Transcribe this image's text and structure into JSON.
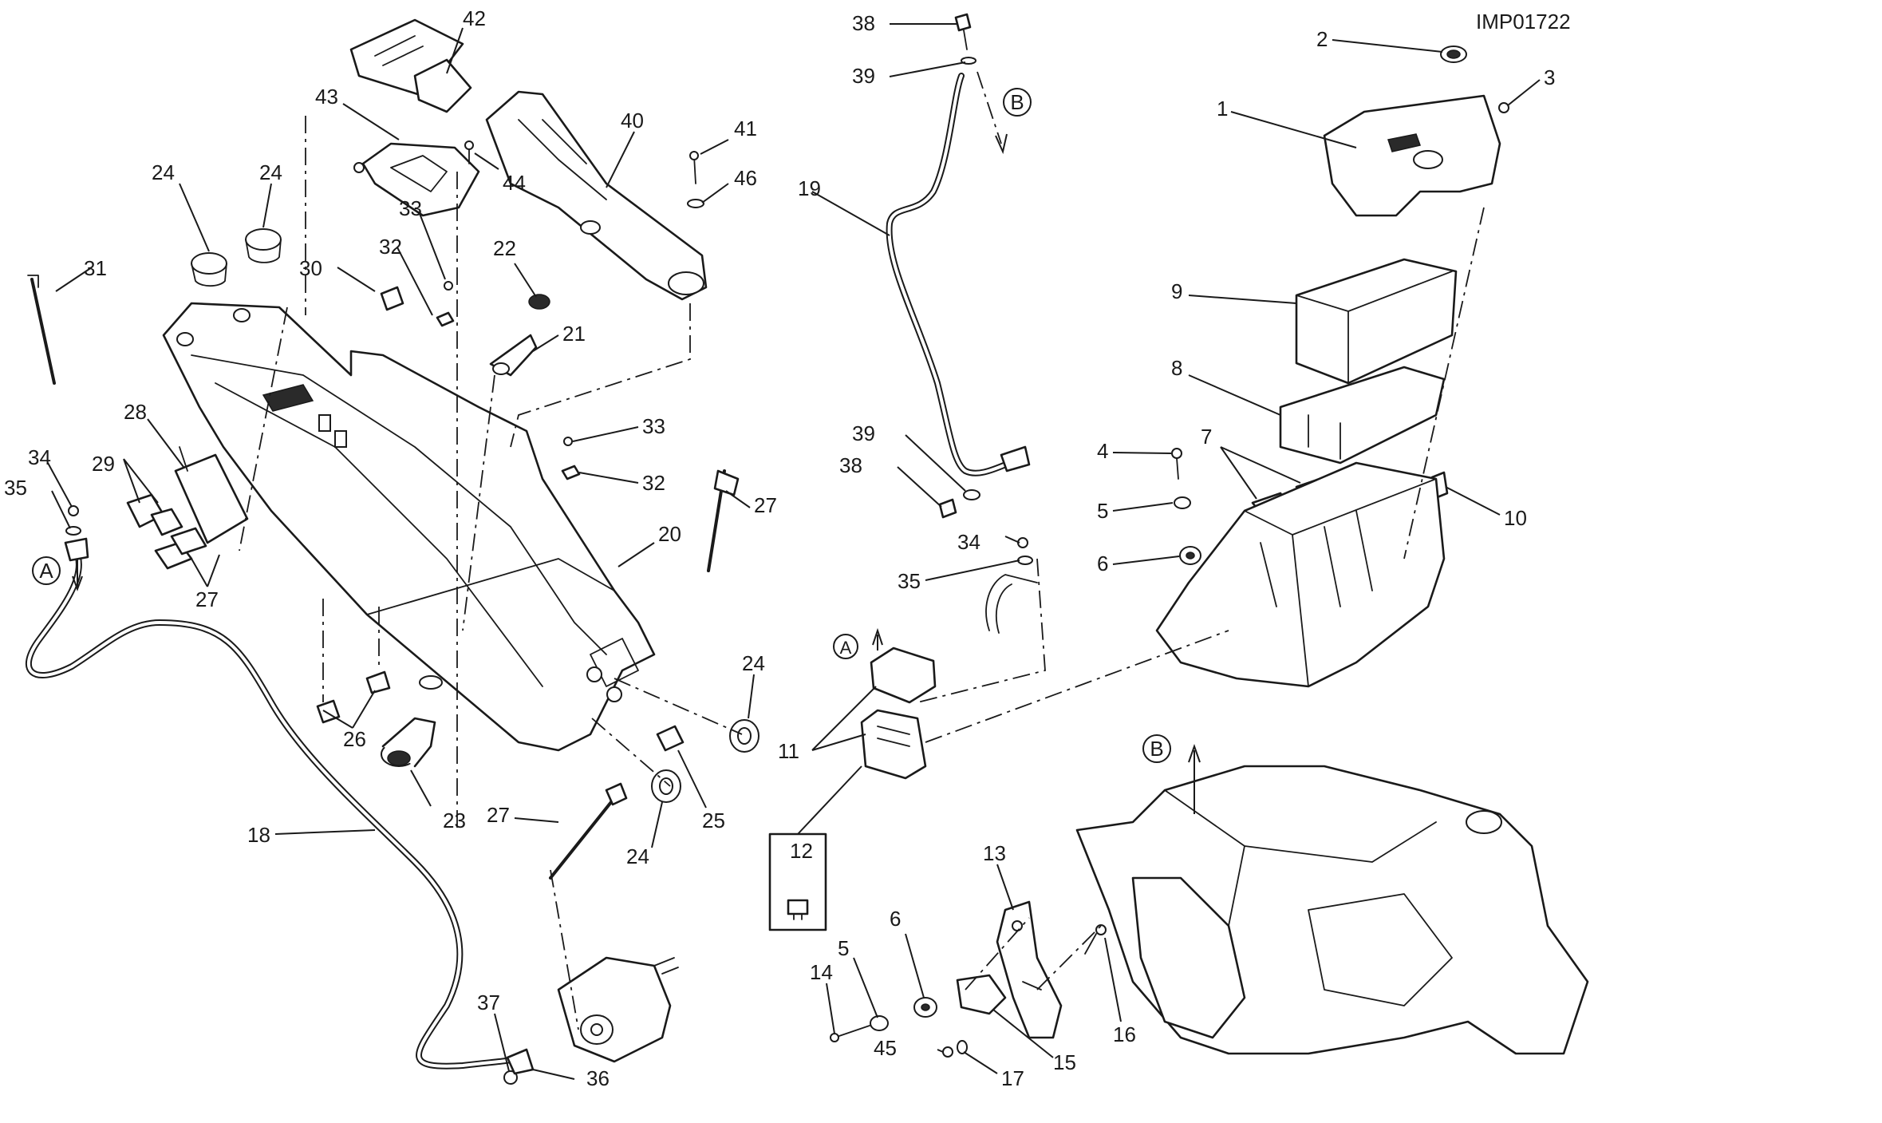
{
  "drawing_code": "IMP01722",
  "callouts": [
    {
      "id": "c1",
      "text": "1"
    },
    {
      "id": "c2",
      "text": "2"
    },
    {
      "id": "c3",
      "text": "3"
    },
    {
      "id": "c4",
      "text": "4"
    },
    {
      "id": "c5a",
      "text": "5"
    },
    {
      "id": "c5b",
      "text": "5"
    },
    {
      "id": "c6a",
      "text": "6"
    },
    {
      "id": "c6b",
      "text": "6"
    },
    {
      "id": "c7",
      "text": "7"
    },
    {
      "id": "c8",
      "text": "8"
    },
    {
      "id": "c9",
      "text": "9"
    },
    {
      "id": "c10",
      "text": "10"
    },
    {
      "id": "c11",
      "text": "11"
    },
    {
      "id": "c12",
      "text": "12"
    },
    {
      "id": "c13",
      "text": "13"
    },
    {
      "id": "c14",
      "text": "14"
    },
    {
      "id": "c15",
      "text": "15"
    },
    {
      "id": "c16",
      "text": "16"
    },
    {
      "id": "c17",
      "text": "17"
    },
    {
      "id": "c18",
      "text": "18"
    },
    {
      "id": "c19",
      "text": "19"
    },
    {
      "id": "c20",
      "text": "20"
    },
    {
      "id": "c21",
      "text": "21"
    },
    {
      "id": "c22",
      "text": "22"
    },
    {
      "id": "c23",
      "text": "23"
    },
    {
      "id": "c24a",
      "text": "24"
    },
    {
      "id": "c24b",
      "text": "24"
    },
    {
      "id": "c24c",
      "text": "24"
    },
    {
      "id": "c24d",
      "text": "24"
    },
    {
      "id": "c25",
      "text": "25"
    },
    {
      "id": "c26",
      "text": "26"
    },
    {
      "id": "c27a",
      "text": "27"
    },
    {
      "id": "c27b",
      "text": "27"
    },
    {
      "id": "c27c",
      "text": "27"
    },
    {
      "id": "c28",
      "text": "28"
    },
    {
      "id": "c29",
      "text": "29"
    },
    {
      "id": "c30",
      "text": "30"
    },
    {
      "id": "c31",
      "text": "31"
    },
    {
      "id": "c32a",
      "text": "32"
    },
    {
      "id": "c32b",
      "text": "32"
    },
    {
      "id": "c33a",
      "text": "33"
    },
    {
      "id": "c33b",
      "text": "33"
    },
    {
      "id": "c34a",
      "text": "34"
    },
    {
      "id": "c34b",
      "text": "34"
    },
    {
      "id": "c35a",
      "text": "35"
    },
    {
      "id": "c35b",
      "text": "35"
    },
    {
      "id": "c36",
      "text": "36"
    },
    {
      "id": "c37",
      "text": "37"
    },
    {
      "id": "c38a",
      "text": "38"
    },
    {
      "id": "c38b",
      "text": "38"
    },
    {
      "id": "c39a",
      "text": "39"
    },
    {
      "id": "c39b",
      "text": "39"
    },
    {
      "id": "c40",
      "text": "40"
    },
    {
      "id": "c41",
      "text": "41"
    },
    {
      "id": "c42",
      "text": "42"
    },
    {
      "id": "c43",
      "text": "43"
    },
    {
      "id": "c44",
      "text": "44"
    },
    {
      "id": "c45",
      "text": "45"
    },
    {
      "id": "c46",
      "text": "46"
    }
  ],
  "reference_markers": [
    {
      "id": "A1",
      "text": "A"
    },
    {
      "id": "A2",
      "text": "A"
    },
    {
      "id": "B1",
      "text": "B"
    },
    {
      "id": "B2",
      "text": "B"
    }
  ]
}
